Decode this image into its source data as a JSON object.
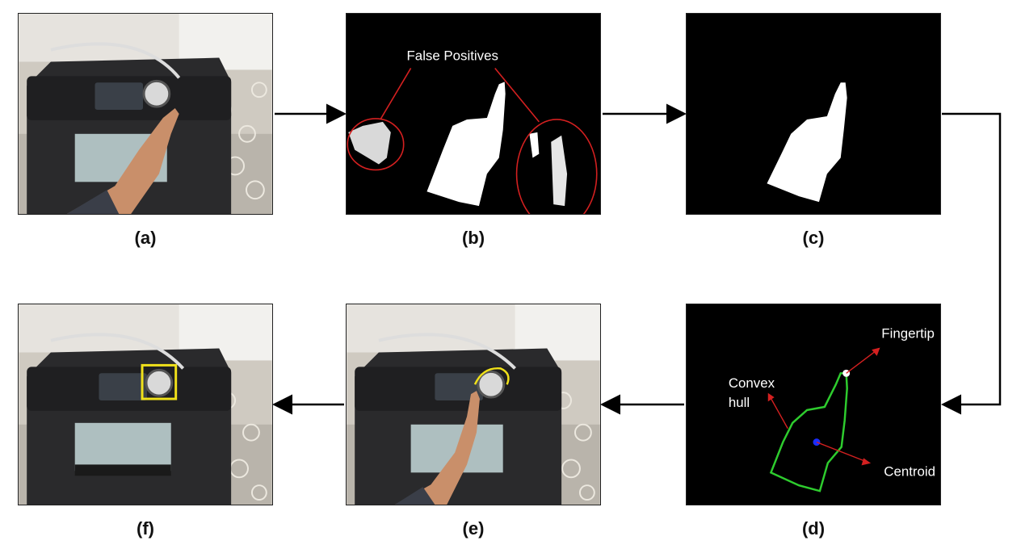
{
  "captions": {
    "a": "(a)",
    "b": "(b)",
    "c": "(c)",
    "d": "(d)",
    "e": "(e)",
    "f": "(f)"
  },
  "annotations": {
    "false_positives": "False Positives",
    "fingertip": "Fingertip",
    "convex_hull_line1": "Convex",
    "convex_hull_line2": "hull",
    "centroid": "Centroid"
  },
  "colors": {
    "annotation_red": "#d42020",
    "hull_green": "#2ecc2e",
    "centroid_blue": "#1a2cff",
    "detection_yellow": "#f0e11a",
    "arrow_black": "#000000"
  },
  "icons": {
    "photo": "printer-photo",
    "mask": "binary-mask"
  }
}
